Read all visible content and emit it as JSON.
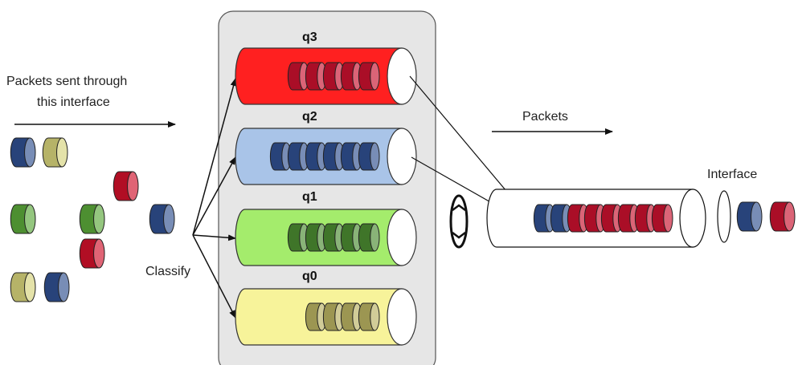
{
  "labels": {
    "packets_sent": "Packets sent through",
    "this_interface": "this interface",
    "classify": "Classify",
    "packets": "Packets",
    "interface": "Interface"
  },
  "queues": [
    {
      "name": "q3",
      "fill": "#ff2020",
      "packet_color": "#c8102e",
      "packet_count": 5
    },
    {
      "name": "q2",
      "fill": "#a9c4e8",
      "packet_color": "#2f4f8f",
      "packet_count": 6
    },
    {
      "name": "q1",
      "fill": "#a4ec6c",
      "packet_color": "#4a8a30",
      "packet_count": 5
    },
    {
      "name": "q0",
      "fill": "#f7f39a",
      "packet_color": "#b8b060",
      "packet_count": 4
    }
  ],
  "output_pipe": {
    "packet_colors": [
      "#2f4f8f",
      "#2f4f8f",
      "#c8102e",
      "#c8102e",
      "#c8102e",
      "#c8102e",
      "#c8102e",
      "#c8102e"
    ]
  },
  "outgoing_packets": [
    "#2f4f8f",
    "#c8102e"
  ],
  "colors": {
    "container": "#e6e6e6",
    "arrow": "#111111",
    "blue": "#2f4f8f",
    "yellow": "#d6d27a",
    "green": "#5aa83a",
    "red": "#d0102a"
  }
}
